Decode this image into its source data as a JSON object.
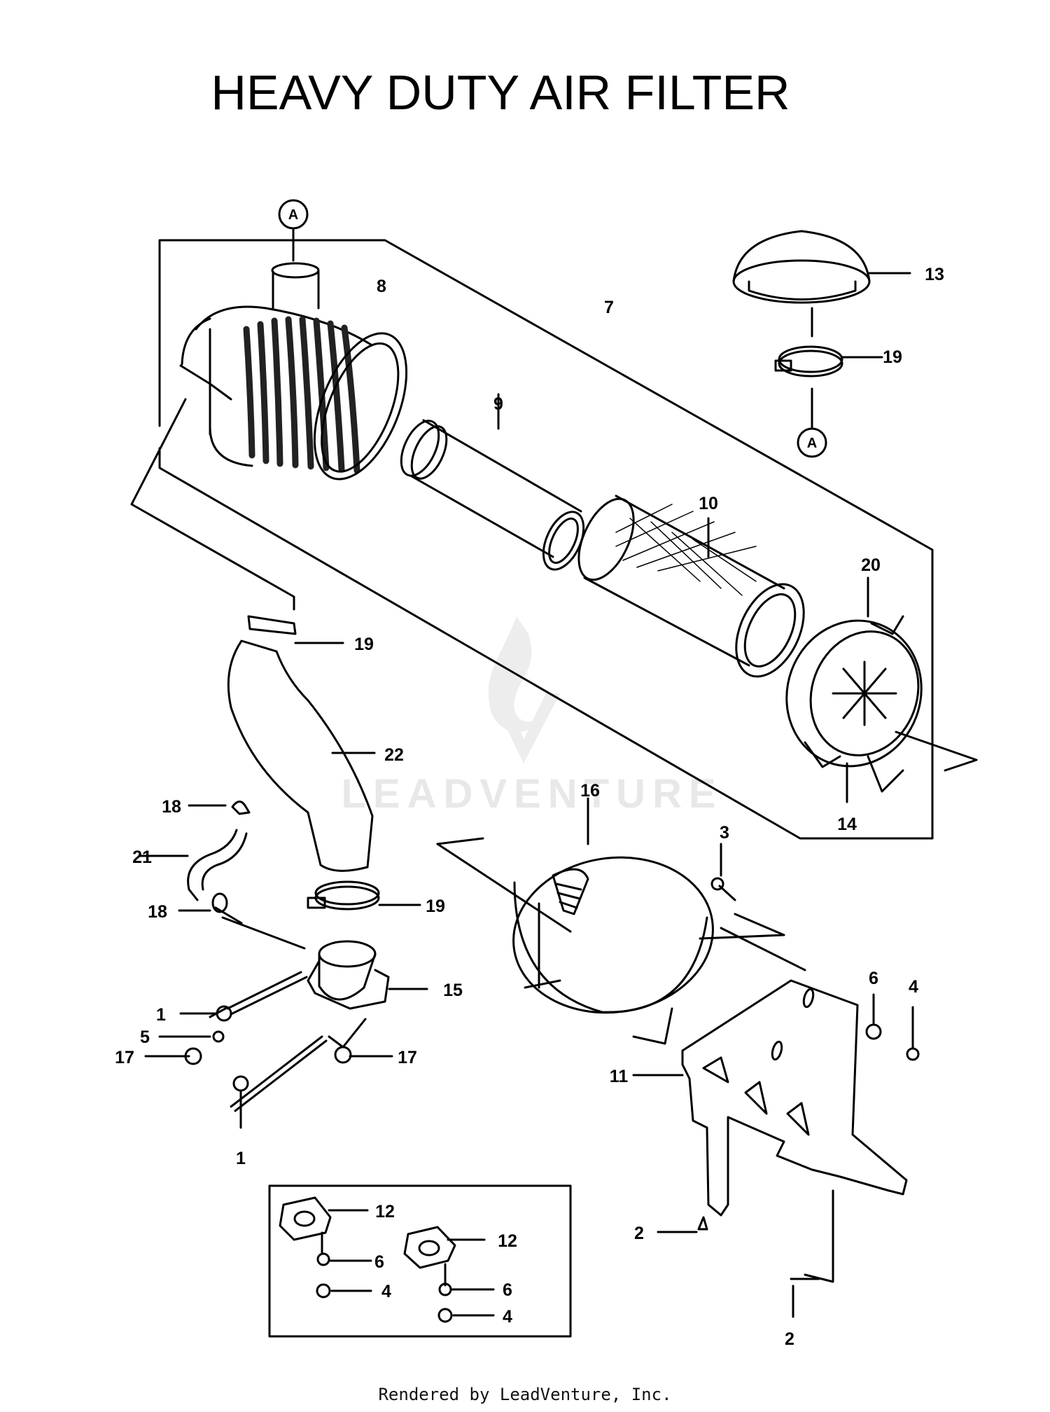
{
  "title": "HEAVY DUTY AIR FILTER",
  "footer": "Rendered by LeadVenture, Inc.",
  "watermark": "LEADVENTURE",
  "parts": [
    {
      "id": "circle-a-top",
      "text": "A",
      "circle": true
    },
    {
      "id": "label-8",
      "text": "8"
    },
    {
      "id": "label-7",
      "text": "7"
    },
    {
      "id": "label-13",
      "text": "13"
    },
    {
      "id": "label-19-top",
      "text": "19"
    },
    {
      "id": "circle-a-bottom",
      "text": "A",
      "circle": true
    },
    {
      "id": "label-9",
      "text": "9"
    },
    {
      "id": "label-10",
      "text": "10"
    },
    {
      "id": "label-20",
      "text": "20"
    },
    {
      "id": "label-19-hose-top",
      "text": "19"
    },
    {
      "id": "label-22",
      "text": "22"
    },
    {
      "id": "label-14",
      "text": "14"
    },
    {
      "id": "label-16",
      "text": "16"
    },
    {
      "id": "label-18-upper",
      "text": "18"
    },
    {
      "id": "label-3",
      "text": "3"
    },
    {
      "id": "label-21",
      "text": "21"
    },
    {
      "id": "label-19-clamp",
      "text": "19"
    },
    {
      "id": "label-18-lower",
      "text": "18"
    },
    {
      "id": "label-15",
      "text": "15"
    },
    {
      "id": "label-6-right",
      "text": "6"
    },
    {
      "id": "label-4-right",
      "text": "4"
    },
    {
      "id": "label-1-upper",
      "text": "1"
    },
    {
      "id": "label-5",
      "text": "5"
    },
    {
      "id": "label-17-left",
      "text": "17"
    },
    {
      "id": "label-17-right",
      "text": "17"
    },
    {
      "id": "label-11",
      "text": "11"
    },
    {
      "id": "label-1-lower",
      "text": "1"
    },
    {
      "id": "label-12-a",
      "text": "12"
    },
    {
      "id": "label-12-b",
      "text": "12"
    },
    {
      "id": "label-6-a",
      "text": "6"
    },
    {
      "id": "label-4-a",
      "text": "4"
    },
    {
      "id": "label-6-b",
      "text": "6"
    },
    {
      "id": "label-4-b",
      "text": "4"
    },
    {
      "id": "label-2-left",
      "text": "2"
    },
    {
      "id": "label-2-bottom",
      "text": "2"
    }
  ]
}
